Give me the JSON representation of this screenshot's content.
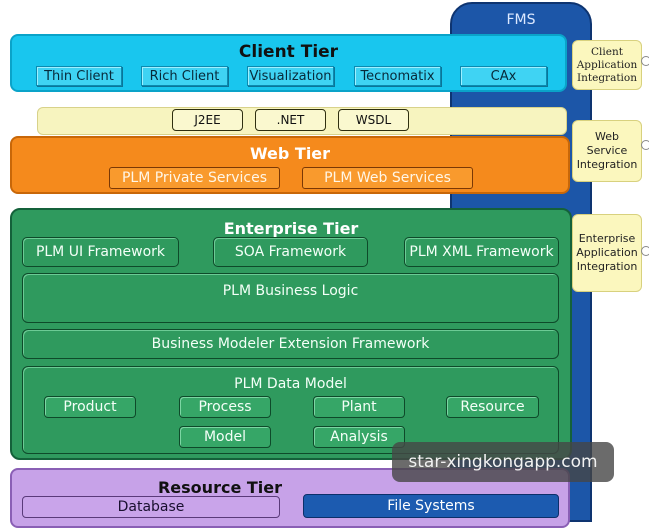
{
  "fms": {
    "label": "FMS"
  },
  "client_tier": {
    "title": "Client Tier",
    "items": [
      "Thin Client",
      "Rich Client",
      "Visualization",
      "Tecnomatix",
      "CAx"
    ]
  },
  "protocols": [
    "J2EE",
    ".NET",
    "WSDL"
  ],
  "web_tier": {
    "title": "Web Tier",
    "items": [
      "PLM Private Services",
      "PLM Web Services"
    ]
  },
  "enterprise_tier": {
    "title": "Enterprise Tier",
    "frameworks": [
      "PLM UI Framework",
      "SOA Framework",
      "PLM XML Framework"
    ],
    "business_logic": "PLM Business Logic",
    "modeler_framework": "Business Modeler Extension Framework",
    "data_model": {
      "title": "PLM Data Model",
      "items": [
        "Product",
        "Process",
        "Plant",
        "Resource",
        "Model",
        "Analysis"
      ]
    }
  },
  "resource_tier": {
    "title": "Resource Tier",
    "items": [
      "Database",
      "File Systems"
    ]
  },
  "callouts": [
    {
      "line1": "Client",
      "line2": "Application",
      "line3": "Integration"
    },
    {
      "line1": "Web",
      "line2": "Service",
      "line3": "Integration"
    },
    {
      "line1": "Enterprise",
      "line2": "Application",
      "line3": "Integration"
    }
  ],
  "watermark": "star-xingkongapp.com"
}
